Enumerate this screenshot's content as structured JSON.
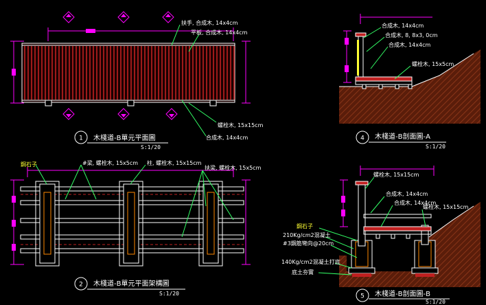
{
  "colors": {
    "background": "#000000",
    "railing": "#c02020",
    "dimension": "#ff00ff",
    "structure": "#ffffff",
    "leader": "#33ff66",
    "earth": "#7a2a10"
  },
  "views": {
    "v1": {
      "number": "1",
      "title": "木棧道-B單元平面圖",
      "scale": "S:1/20",
      "labels": [
        "扶手, 合成木, 14x4cm",
        "平板, 合成木, 14x4cm",
        "螺栓木, 15x15cm",
        "合成木, 14x4cm"
      ]
    },
    "v2": {
      "number": "2",
      "title": "木棧道-B單元平面架構圖",
      "scale": "S:1/20",
      "labels": [
        "鋼石子",
        "#梁, 螺栓木, 15x5cm",
        "柱, 螺栓木, 15x15cm",
        "扶梁, 螺栓木, 15x5cm"
      ]
    },
    "v4": {
      "number": "4",
      "title": "木棧道-B剖面圖-A",
      "scale": "S:1/20",
      "labels": [
        "合成木, 14x4cm",
        "合成木, 8, 8x3, 0cm",
        "合成木, 14x4cm",
        "螺栓木, 15x5cm"
      ]
    },
    "v5": {
      "number": "5",
      "title": "木棧道-B剖面圖-B",
      "scale": "S:1/20",
      "labels": [
        "螺栓木, 15x15cm",
        "合成木, 14x4cm",
        "合成木, 14x4cm",
        "螺栓木, 15x15cm"
      ],
      "left_labels": [
        "鋼石子",
        "210Kg/cm2混凝土",
        "#3鋼筋彎向@20cm",
        "140Kg/cm2混凝土打底",
        "底土夯實"
      ]
    }
  }
}
